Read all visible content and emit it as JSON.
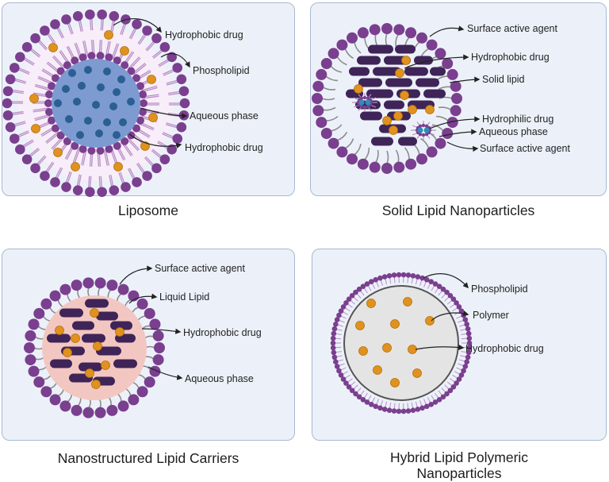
{
  "panels": {
    "liposome": {
      "title": "Liposome",
      "labels": {
        "hydrophobic_top": "Hydrophobic drug",
        "phospholipid": "Phospholipid",
        "aqueous": "Aqueous phase",
        "hydrophobic_bottom": "Hydrophobic drug"
      }
    },
    "sln": {
      "title": "Solid Lipid Nanoparticles",
      "labels": {
        "surfactant_top": "Surface active agent",
        "hydrophobic": "Hydrophobic drug",
        "solid_lipid": "Solid lipid",
        "hydrophilic": "Hydrophilic drug",
        "aqueous": "Aqueous phase",
        "surfactant_bottom": "Surface active agent"
      }
    },
    "nlc": {
      "title": "Nanostructured Lipid Carriers",
      "labels": {
        "surfactant": "Surface active agent",
        "liquid_lipid": "Liquid Lipid",
        "hydrophobic": "Hydrophobic drug",
        "aqueous": "Aqueous phase"
      }
    },
    "hybrid": {
      "title_line1": "Hybrid Lipid Polymeric",
      "title_line2": "Nanoparticles",
      "labels": {
        "phospholipid": "Phospholipid",
        "polymer": "Polymer",
        "hydrophobic": "Hydrophobic drug"
      }
    }
  },
  "colors": {
    "lipid_head": "#7a3f8f",
    "lipid_tail": "#b98fc5",
    "drug": "#e0921e",
    "aqueous_core": "#7d9bd1",
    "blue_drug": "#2b5f93",
    "solid_lipid": "#3f2458",
    "liquid_lipid_core": "#f3c7c1",
    "polymer_core": "#e4e4e4",
    "panel_bg": "#ecf1f9",
    "panel_border": "#a9b9d3"
  }
}
